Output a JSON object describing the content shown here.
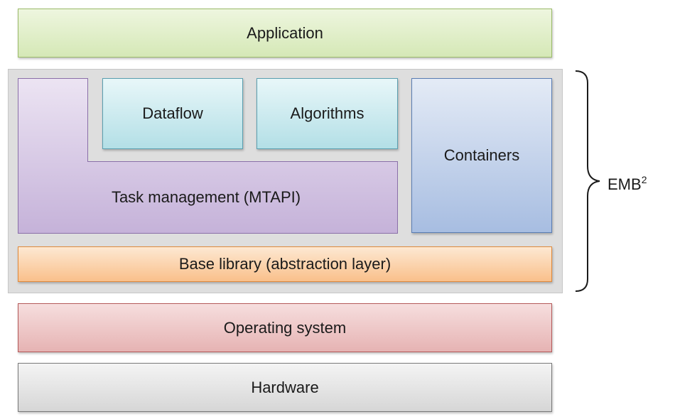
{
  "layers": {
    "application": "Application",
    "dataflow": "Dataflow",
    "algorithms": "Algorithms",
    "containers": "Containers",
    "task_management": "Task management (MTAPI)",
    "base_library": "Base library (abstraction layer)",
    "operating_system": "Operating system",
    "hardware": "Hardware"
  },
  "emb": {
    "text": "EMB",
    "superscript": "2"
  },
  "colors": {
    "application": "#d5e8b6",
    "dataflow_algorithms": "#b3dfe6",
    "containers": "#a7bde1",
    "task_management": "#c8b6da",
    "base_library": "#f9c08b",
    "operating_system": "#e6b3b3",
    "hardware": "#d6d6d6",
    "emb_frame": "#dedede"
  }
}
